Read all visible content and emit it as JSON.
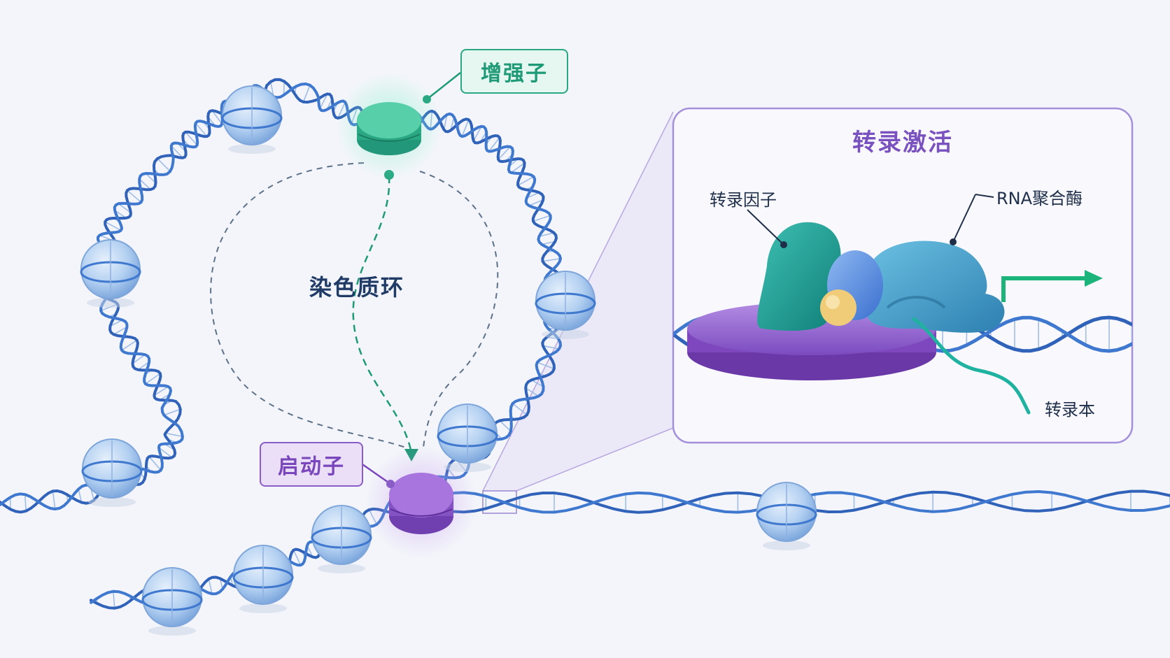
{
  "diagram": {
    "labels": {
      "enhancer": "增强子",
      "promoter": "启动子",
      "chromatin_loop": "染色质环"
    },
    "inset": {
      "title": "转录激活",
      "transcription_factor": "转录因子",
      "rna_polymerase": "RNA聚合酶",
      "transcript": "转录本"
    },
    "colors": {
      "dna": "#3f78cf",
      "nucleosome": "#a9c8ee",
      "enhancer": "#3fbf9c",
      "promoter": "#9a6ad2",
      "mediator_platform": "#9a6ad2",
      "transcription_factor": "#1d9e95",
      "polymerase": "#3a9cc9",
      "arrow": "#1db47c"
    },
    "icons": [
      "nucleosome-icon",
      "transcription-start-arrow-icon"
    ]
  }
}
